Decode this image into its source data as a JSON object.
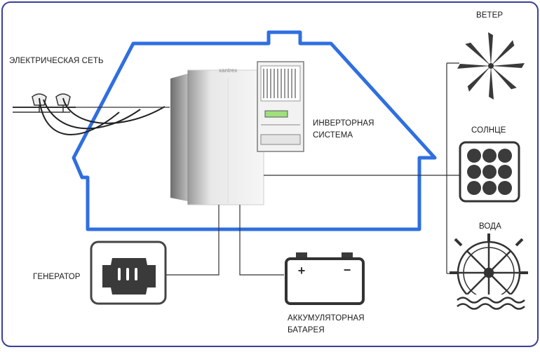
{
  "labels": {
    "grid": "ЭЛЕКТРИЧЕСКАЯ СЕТЬ",
    "inverter_line1": "ИНВЕРТОРНАЯ",
    "inverter_line2": "СИСТЕМА",
    "wind": "ВЕТЕР",
    "sun": "СОЛНЦЕ",
    "water": "ВОДА",
    "generator": "ГЕНЕРАТОР",
    "battery_line1": "АККУМУЛЯТОРНАЯ",
    "battery_line2": "БАТАРЕЯ"
  },
  "device_brand": "xantrex",
  "battery_plus": "+",
  "battery_minus": "−",
  "colors": {
    "house_outline": "#2f6fe0",
    "frame": "#3a3f9a",
    "line": "#333333",
    "icon": "#2b2b2b"
  },
  "icons": [
    "wind-turbine-icon",
    "solar-panel-icon",
    "water-wheel-icon",
    "generator-icon",
    "battery-icon",
    "power-pole-icon"
  ]
}
